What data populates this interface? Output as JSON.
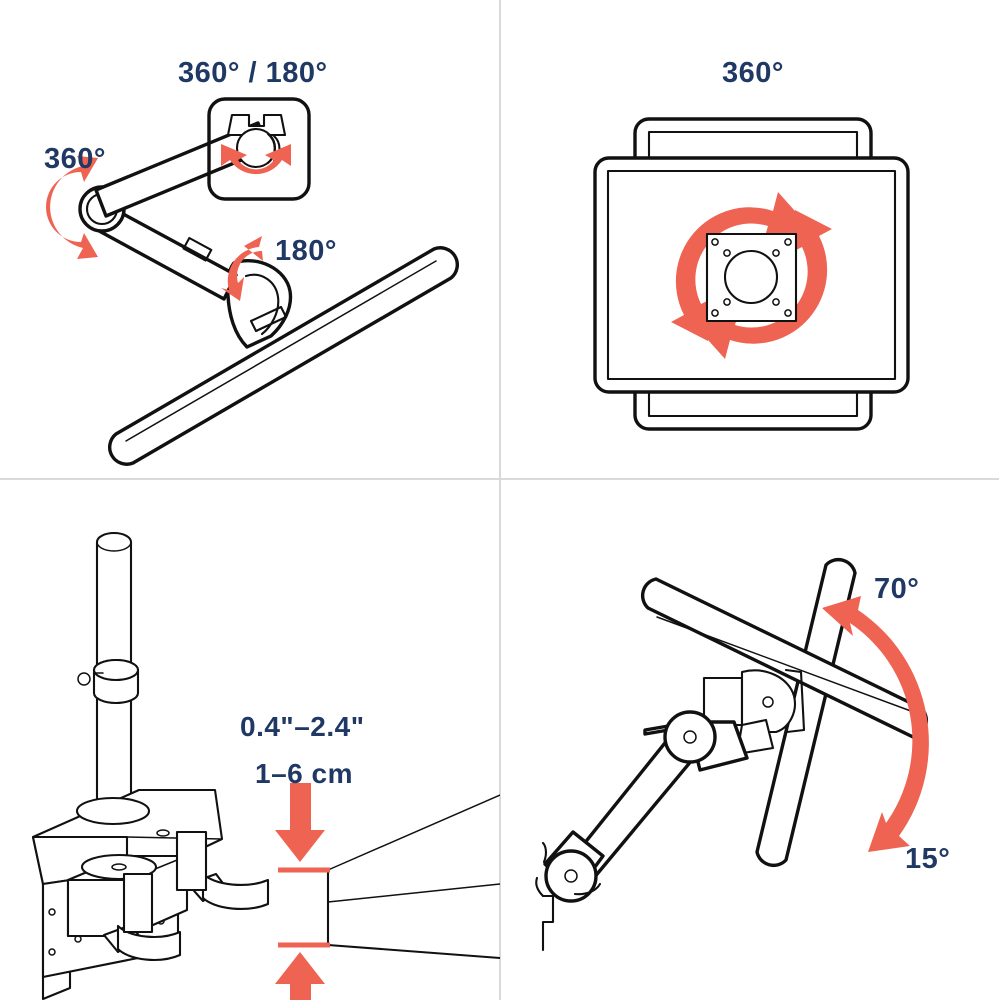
{
  "diagram": {
    "title": "Monitor arm articulation specifications",
    "background_color": "#ffffff",
    "label_color": "#1f3864",
    "arrow_color": "#ee6352",
    "line_color": "#111111",
    "divider_color": "#d9d9d9",
    "layout": "2x2 grid of line-art panels"
  },
  "panels": {
    "top_left": {
      "name": "arm-rotation-panel",
      "description": "Monitor arm viewed from above with rotation joints and inset detail callout",
      "labels": {
        "top": "360° / 180°",
        "left": "360°",
        "right": "180°"
      }
    },
    "top_right": {
      "name": "screen-rotation-panel",
      "description": "Monitor front view rotating between landscape and portrait around VESA plate",
      "labels": {
        "top": "360°"
      }
    },
    "bottom_left": {
      "name": "desk-clamp-panel",
      "description": "Desk clamp mount on pole with supported desk edge thickness",
      "labels": {
        "thickness_inches": "0.4\"–2.4\"",
        "thickness_cm": "1–6 cm"
      }
    },
    "bottom_right": {
      "name": "screen-tilt-panel",
      "description": "Monitor side view showing forward and backward tilt range",
      "labels": {
        "upper": "70°",
        "lower": "15°"
      }
    }
  }
}
